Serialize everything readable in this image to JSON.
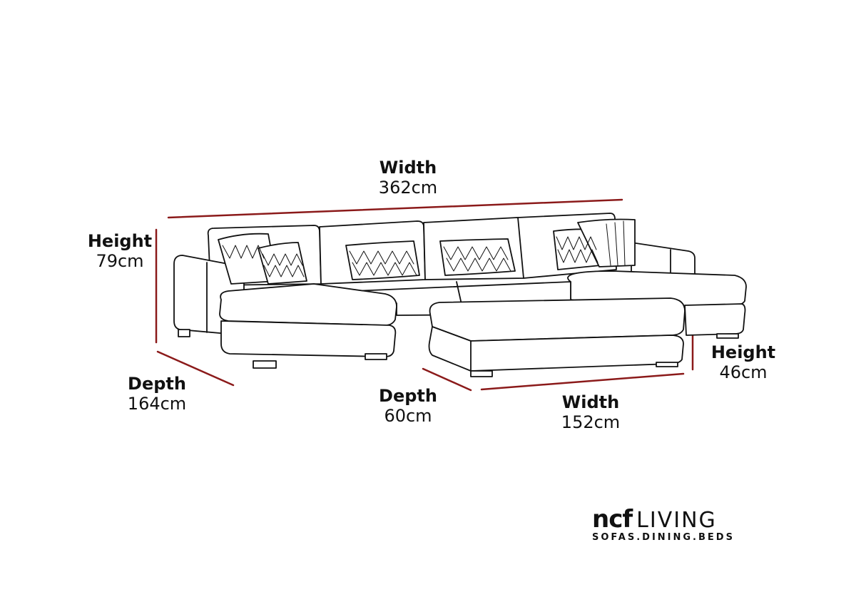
{
  "colors": {
    "dimension_line": "#8b1a1a",
    "outline": "#111111",
    "background": "#ffffff"
  },
  "dimensions": {
    "sofa_width": {
      "title": "Width",
      "value": "362cm"
    },
    "sofa_height": {
      "title": "Height",
      "value": "79cm"
    },
    "sofa_depth": {
      "title": "Depth",
      "value": "164cm"
    },
    "footstool_depth": {
      "title": "Depth",
      "value": "60cm"
    },
    "footstool_width": {
      "title": "Width",
      "value": "152cm"
    },
    "footstool_height": {
      "title": "Height",
      "value": "46cm"
    }
  },
  "logo": {
    "brand": "ncf",
    "name": "LIVING",
    "tagline": "SOFAS.DINING.BEDS"
  }
}
